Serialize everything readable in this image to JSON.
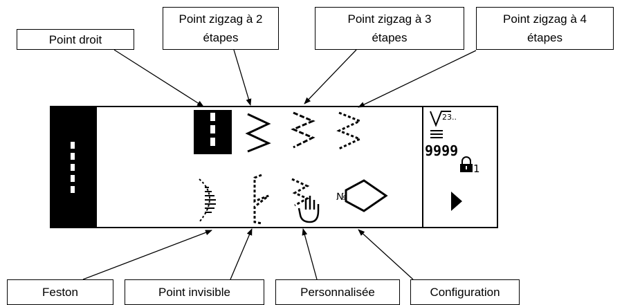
{
  "callouts": {
    "straight": "Point droit",
    "zigzag2_l1": "Point zigzag à 2",
    "zigzag2_l2": "étapes",
    "zigzag3_l1": "Point zigzag à 3",
    "zigzag3_l2": "étapes",
    "zigzag4_l1": "Point zigzag à 4",
    "zigzag4_l2": "étapes",
    "scallop": "Feston",
    "blind": "Point invisible",
    "custom": "Personnalisée",
    "config": "Configuration"
  },
  "display": {
    "counter_superscript": "23..",
    "counter_value": "9999",
    "lock_number": "1"
  }
}
